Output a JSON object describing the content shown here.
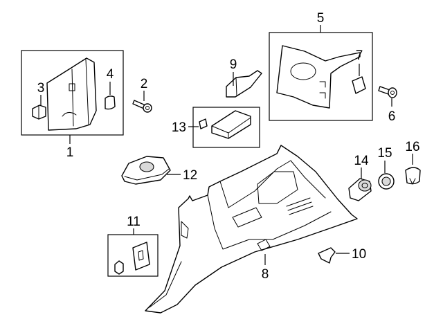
{
  "callouts": [
    {
      "id": "1",
      "text": "1"
    },
    {
      "id": "2",
      "text": "2"
    },
    {
      "id": "3",
      "text": "3"
    },
    {
      "id": "4",
      "text": "4"
    },
    {
      "id": "5",
      "text": "5"
    },
    {
      "id": "6",
      "text": "6"
    },
    {
      "id": "7",
      "text": "7"
    },
    {
      "id": "8",
      "text": "8"
    },
    {
      "id": "9",
      "text": "9"
    },
    {
      "id": "10",
      "text": "10"
    },
    {
      "id": "11",
      "text": "11"
    },
    {
      "id": "12",
      "text": "12"
    },
    {
      "id": "13",
      "text": "13"
    },
    {
      "id": "14",
      "text": "14"
    },
    {
      "id": "15",
      "text": "15"
    },
    {
      "id": "16",
      "text": "16"
    }
  ],
  "colors": {
    "line": "#000000",
    "fill": "#ffffff",
    "shade": "#d9d9d9"
  }
}
